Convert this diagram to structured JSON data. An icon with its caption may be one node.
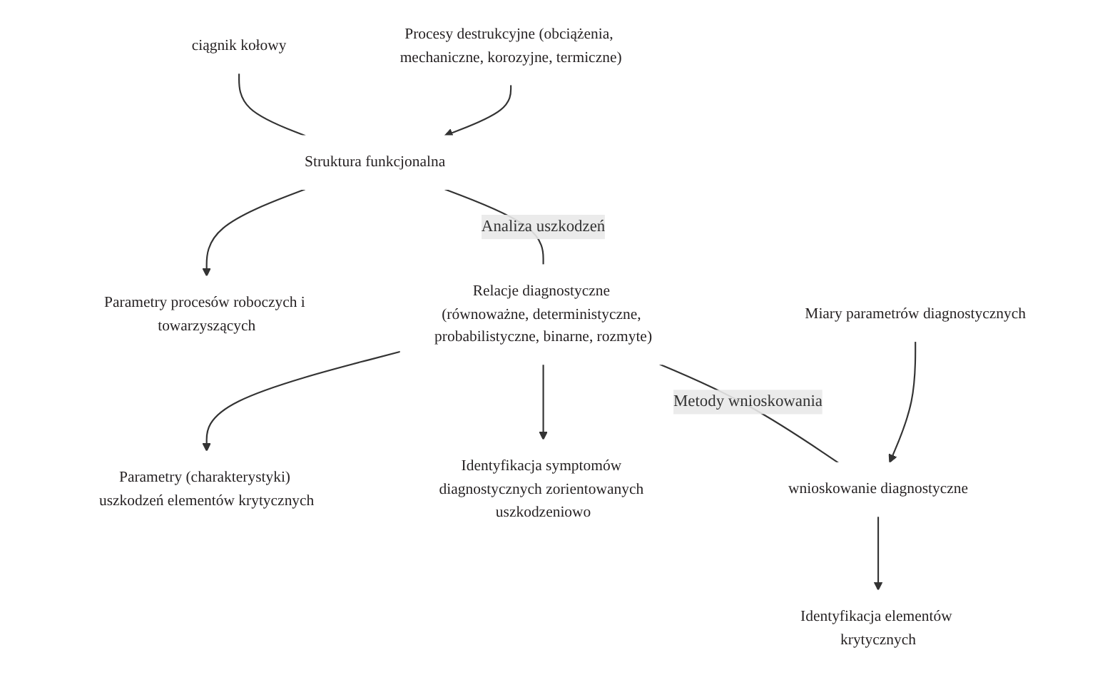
{
  "diagram": {
    "nodes": [
      {
        "text": [
          "ciągnik kołowy"
        ]
      },
      {
        "text": [
          "Procesy destrukcyjne (obciążenia, mechaniczne, korozyjne, termiczne)"
        ]
      },
      {
        "text": [
          "Struktura funkcjonalna"
        ]
      },
      {
        "text": [
          "Parametry procesów roboczych i towarzyszących"
        ]
      },
      {
        "text": [
          "Parametry (charakterystyki) uszkodzeń elementów krytycznych"
        ]
      },
      {
        "text": [
          "Relacje diagnostyczne (równoważne, deterministyczne, probabilistyczne, binarne, rozmyte)"
        ]
      },
      {
        "text": [
          "Identyfikacja symptomów diagnostycznych zorientowanych uszkodzeniowo"
        ]
      },
      {
        "text": [
          "Identyfikacja elementów krytycznych"
        ]
      },
      {
        "text": [
          "wnioskowanie diagnostyczne"
        ]
      },
      {
        "text": [
          "Miary parametrów diagnostycznych"
        ]
      }
    ],
    "edges": [
      {
        "from": 0,
        "to": 2,
        "arrow": "none"
      },
      {
        "from": 1,
        "to": 2,
        "arrow": "to"
      },
      {
        "from": 2,
        "to": 3,
        "arrow": "to"
      },
      {
        "from": 2,
        "to": 5,
        "arrow": "none",
        "label": "Analiza uszkodzeń"
      },
      {
        "from": 5,
        "to": 4,
        "arrow": "to"
      },
      {
        "from": 5,
        "to": 6,
        "arrow": "to"
      },
      {
        "from": 5,
        "to": 8,
        "arrow": "none",
        "label": "Metody wnioskowania"
      },
      {
        "from": 8,
        "to": 7,
        "arrow": "to"
      },
      {
        "from": 9,
        "to": 8,
        "arrow": "to"
      }
    ]
  }
}
